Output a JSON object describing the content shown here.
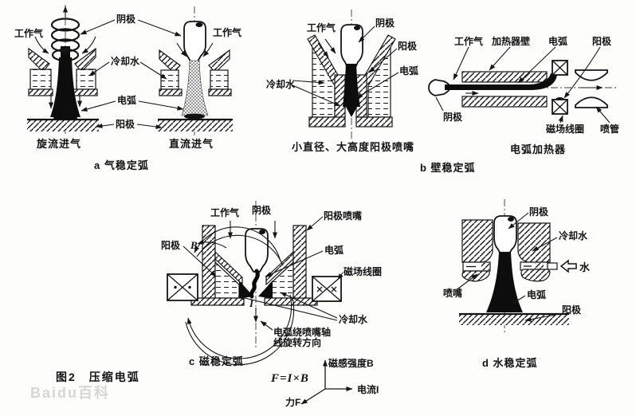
{
  "figure": {
    "caption": "图2　压缩电弧",
    "watermark": "Baidu百科"
  },
  "gas_stabilized": {
    "caption": "a 气稳定弧",
    "working_gas_left": "工作气",
    "working_gas_right": "工作气",
    "cathode": "阴极",
    "cooling_water": "冷却水",
    "arc": "电弧",
    "anode": "阳极",
    "swirl_intake": "旋流进气",
    "straight_intake": "直流进气"
  },
  "wall_stabilized": {
    "caption": "b 壁稳定弧",
    "nozzle_variant": {
      "caption": "小直径、大高度阳极喷嘴",
      "working_gas": "工作气",
      "cathode": "阴极",
      "anode": "阳极",
      "arc": "电弧",
      "cooling_water": "冷却水"
    },
    "arc_heater": {
      "caption": "电弧加热器",
      "working_gas": "工作气",
      "heater_wall": "加热器壁",
      "arc": "电弧",
      "anode": "阳极",
      "cathode": "阴极",
      "field_coil": "磁场线圈",
      "nozzle": "喷管"
    }
  },
  "magnetic_stabilized": {
    "caption": "c 磁稳定弧",
    "working_gas": "工作气",
    "cathode": "阴极",
    "anode_nozzle": "阳极喷嘴",
    "anode": "阳极",
    "field_b": "B",
    "arc": "电弧",
    "field_coil": "磁场线圈",
    "cooling_water": "冷却水",
    "current_i": "I",
    "rotation_note_line1": "电弧绕喷嘴轴",
    "rotation_note_line2": "线旋转方向",
    "vector": {
      "formula": "F=I×B",
      "flux_density": "磁感强度B",
      "current": "电流I",
      "force": "力F"
    }
  },
  "water_stabilized": {
    "caption": "d 水稳定弧",
    "cathode": "阴极",
    "cooling_water": "冷却水",
    "water": "水",
    "nozzle": "喷嘴",
    "arc": "电弧",
    "anode": "阳极"
  }
}
